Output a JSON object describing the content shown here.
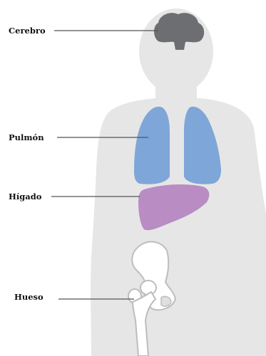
{
  "labels": {
    "brain": "Cerebro",
    "lung": "Pulmón",
    "liver": "Hígado",
    "bone": "Hueso"
  },
  "colors": {
    "background": "#ffffff",
    "body": "#e6e6e6",
    "brain": "#6d6e71",
    "lungs": "#7ea6d8",
    "liver": "#b98cc4",
    "bone_fill": "#ffffff",
    "bone_outline": "#bdbdbd",
    "leader_line": "#555555",
    "label_text": "#111111"
  }
}
